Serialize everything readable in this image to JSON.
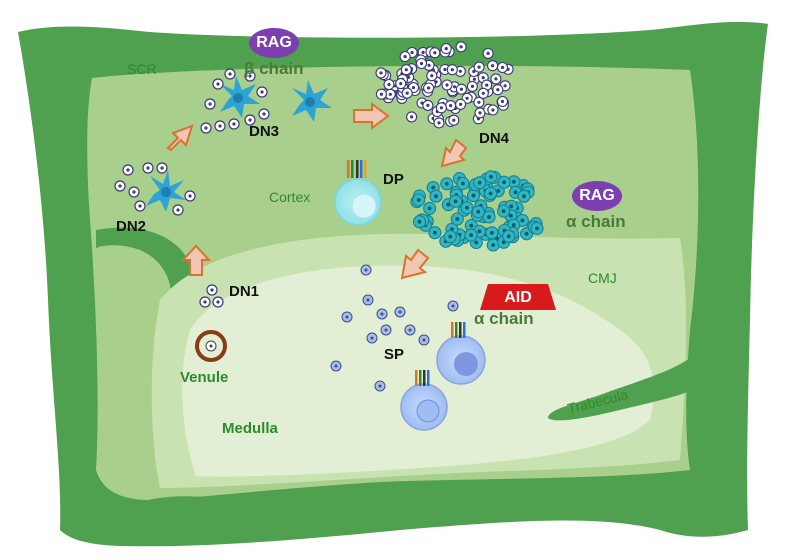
{
  "regions": {
    "scr": "SCR",
    "cortex": "Cortex",
    "cmj": "CMJ",
    "medulla": "Medulla",
    "trabecula": "Trabecula",
    "venule": "Venule"
  },
  "stages": {
    "dn1": "DN1",
    "dn2": "DN2",
    "dn3": "DN3",
    "dn4": "DN4",
    "dp": "DP",
    "sp": "SP"
  },
  "markers": {
    "rag_beta": {
      "badge": "RAG",
      "chain": "β chain"
    },
    "rag_alpha": {
      "badge": "RAG",
      "chain": "α chain"
    },
    "aid_alpha": {
      "badge": "AID",
      "chain": "α chain"
    }
  },
  "colors": {
    "capsule": "#4fa14f",
    "cortex_fill": "#a9cf8d",
    "medulla_fill": "#e3efd4",
    "arrow": "#f1c7b3",
    "rag_badge": "#7d3fb0",
    "aid_badge": "#d81a1a",
    "dendritic_cell": "#2ea3d6",
    "dn4_cell": "#2fb7c6",
    "sp_cell": "#8fa5e6"
  }
}
